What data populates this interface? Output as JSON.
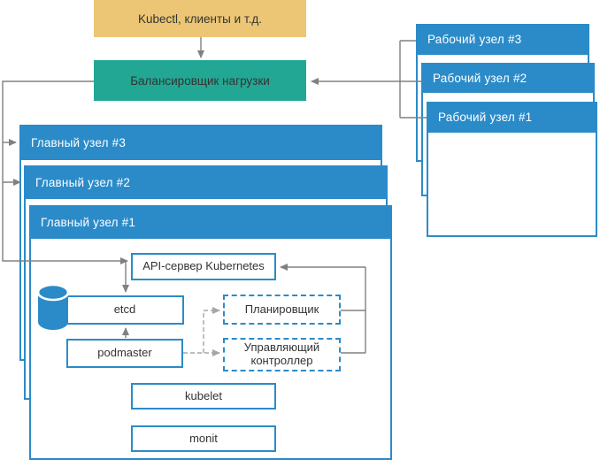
{
  "diagram": {
    "title_meaning": "Kubernetes high-availability cluster diagram",
    "client_box": {
      "label": "Kubectl, клиенты и т.д."
    },
    "load_balancer": {
      "label": "Балансировщик нагрузки"
    },
    "master_nodes": [
      {
        "label": "Главный узел #3"
      },
      {
        "label": "Главный узел #2"
      },
      {
        "label": "Главный узел #1"
      }
    ],
    "worker_nodes": [
      {
        "label": "Рабочий узел #3"
      },
      {
        "label": "Рабочий узел #2"
      },
      {
        "label": "Рабочий узел #1"
      }
    ],
    "master_components": {
      "api_server": "API-сервер Kubernetes",
      "etcd": "etcd",
      "podmaster": "podmaster",
      "scheduler": "Планировщик",
      "controller_manager": "Управляющий контроллер",
      "kubelet": "kubelet",
      "monit": "monit"
    },
    "icons": {
      "database": "database-cylinder-icon"
    },
    "colors": {
      "node_blue": "#2b8bc9",
      "load_balancer_teal": "#22a794",
      "client_tan": "#ecc674",
      "connector_gray": "#808080",
      "dashed_connector_gray": "#a6a6a6",
      "header_text": "#ffffff",
      "body_text": "#333333"
    }
  }
}
